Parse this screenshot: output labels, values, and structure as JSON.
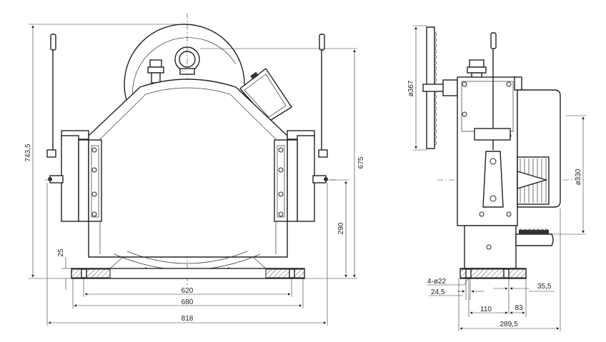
{
  "dimensions": {
    "front": {
      "width_620": "620",
      "width_680": "680",
      "width_818": "818",
      "height_743": "743,5",
      "height_675": "675",
      "height_290": "290",
      "base_25": "25"
    },
    "side": {
      "dia_367": "ø367",
      "dia_330": "ø330",
      "holes": "4-ø22",
      "off_24": "24,5",
      "off_35": "35,5",
      "w_110": "110",
      "w_83": "83",
      "w_289": "289,5"
    }
  }
}
